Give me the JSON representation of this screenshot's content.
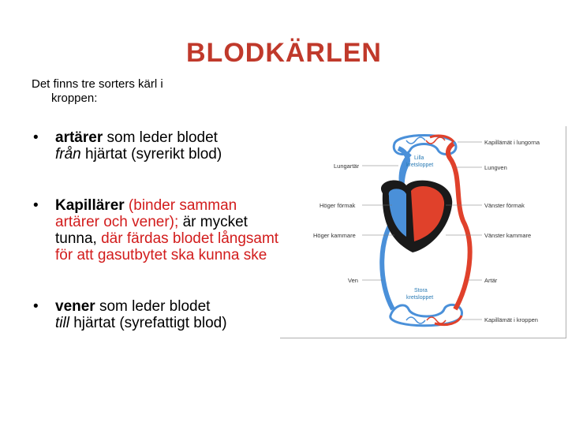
{
  "title": "BLODKÄRLEN",
  "intro": {
    "line1": "Det finns tre sorters kärl i",
    "line2": "kroppen:"
  },
  "bullets": [
    {
      "bold": "artärer",
      "text1": " som leder blodet",
      "italic": "från",
      "text2": " hjärtat (syrerikt blod)"
    },
    {
      "bold": "Kapillärer",
      "red1": " (binder samman artärer och vener);",
      "text1": " är mycket tunna,",
      "red2": " där färdas blodet långsamt för att gasutbytet ska kunna ske"
    },
    {
      "bold": "vener",
      "text1": " som leder blodet",
      "italic": "till",
      "text2": " hjärtat (syrefattigt blod)"
    }
  ],
  "diagram": {
    "labels_left": [
      "Lungartär",
      "Höger förmak",
      "Höger kammare",
      "Ven"
    ],
    "labels_right": [
      "Kapillämät i lungorna",
      "Lungven",
      "Vänster förmak",
      "Vänster kammare",
      "Artär",
      "Kapillämät i kroppen"
    ],
    "lilla": [
      "Lilla",
      "kretsloppet"
    ],
    "stora": [
      "Stora",
      "kretsloppet"
    ]
  },
  "colors": {
    "title": "#c0392b",
    "accent_red": "#d21c1c",
    "vein_blue": "#4a90d9",
    "artery_red": "#e0412b"
  }
}
